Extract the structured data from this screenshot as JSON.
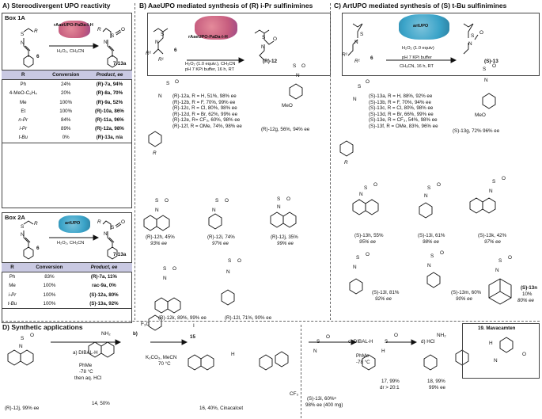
{
  "panelA": {
    "title": "A) Stereodivergent UPO reactivity",
    "box1": {
      "title": "Box 1A",
      "enzyme": "rAaeUPO-PaDa-I-H",
      "conditions": "H₂O₂, CH₃CN",
      "sm_label": "6",
      "sm_subst": "R",
      "prod_label": "7-13a",
      "headers": [
        "R",
        "Conversion",
        "Product, ee"
      ],
      "rows": [
        [
          "Ph",
          "24%",
          "(R)-7a, 94%"
        ],
        [
          "4-MeO-C₆H₄",
          "20%",
          "(R)-8a, 70%"
        ],
        [
          "Me",
          "100%",
          "(R)-9a, 52%"
        ],
        [
          "Et",
          "100%",
          "(R)-10a, 86%"
        ],
        [
          "n-Pr",
          "84%",
          "(R)-11a, 96%"
        ],
        [
          "i-Pr",
          "89%",
          "(R)-12a, 98%"
        ],
        [
          "t-Bu",
          "0%",
          "(R)-13a, n/a"
        ]
      ]
    },
    "box2": {
      "title": "Box 2A",
      "enzyme": "artUPO",
      "conditions": "H₂O₂, CH₃CN",
      "sm_label": "6",
      "sm_subst": "R",
      "prod_label": "7-13a",
      "headers": [
        "R",
        "Conversion",
        "Product, ee"
      ],
      "rows": [
        [
          "Ph",
          "83%",
          "(R)-7a, 11%"
        ],
        [
          "Me",
          "100%",
          "rac-9a, 0%"
        ],
        [
          "i-Pr",
          "100%",
          "(S)-12a, 80%"
        ],
        [
          "t-Bu",
          "100%",
          "(S)-13a, 92%"
        ]
      ]
    }
  },
  "panelB": {
    "title": "B) AaeUPO mediated synthesis of (R) i-Pr sulfinimines",
    "enzyme": "rAaeUPO-PaDa-I-H",
    "conditions": [
      "H₂O₂ (1.0 equiv.), CH₃CN",
      "pH 7 KPi buffer, 16 h, RT"
    ],
    "sm_label": "6",
    "prod_label": "(R)-12",
    "r1": "R¹",
    "r2": "R²",
    "r": "R",
    "series": [
      "(R)-12a, R = H, 51%, 98% ee",
      "(R)-12b, R = F, 70%, 99% ee",
      "(R)-12c, R = Cl, 80%, 98% ee",
      "(R)-12d, R = Br, 62%, 99% ee",
      "(R)-12e, R= CF₃, 60%, 98% ee",
      "(R)-12f, R = OMe, 74%, 98% ee"
    ],
    "meo": "MeO",
    "cmpd_g": "(R)-12g, 56%, 94% ee",
    "cmpd_h": [
      "(R)-12h, 45%",
      "93% ee"
    ],
    "cmpd_i": [
      "(R)-12i, 74%",
      "97% ee"
    ],
    "cmpd_j": [
      "(R)-12j, 35%",
      "99% ee"
    ],
    "cmpd_k": [
      "(R)-12k, 89%, 99% ee"
    ],
    "cmpd_l": [
      "(R)-12l, 71%, 90% ee"
    ]
  },
  "panelC": {
    "title": "C) ArtUPO mediated synthesis of (S) t-Bu sulfinimines",
    "enzyme": "artUPO",
    "conditions": [
      "H₂O₂ (1.0 equiv)",
      "pH 7 KPi buffer",
      "CH₃CN, 16 h, RT"
    ],
    "sm_label": "6",
    "prod_label": "(S)-13",
    "r1": "R¹",
    "r2": "R²",
    "r": "R",
    "series": [
      "(S)-13a, R = H, 88%, 92% ee",
      "(S)-13b, R = F, 70%, 94% ee",
      "(S)-13c, R = Cl, 80%, 98% ee",
      "(S)-13d, R = Br, 66%, 99% ee",
      "(S)-13e, R = CF₃, 54%, 98% ee",
      "(S)-13f, R = OMe, 83%, 96% ee"
    ],
    "meo": "MeO",
    "cmpd_g": "(S)-13g, 72% 96% ee",
    "cmpd_h": [
      "(S)-13h, 55%",
      "95% ee"
    ],
    "cmpd_i": [
      "(S)-13i, 61%",
      "98% ee"
    ],
    "cmpd_k": [
      "(S)-13k, 42%",
      "97% ee"
    ],
    "cmpd_l": [
      "(S)-13l, 81%",
      "92% ee"
    ],
    "cmpd_m": [
      "(S)-13m, 60%",
      "90% ee"
    ],
    "cmpd_n": [
      "(S)-13n",
      "10%",
      "80% ee"
    ]
  },
  "panelD": {
    "title": "D) Synthetic applications",
    "sm": "(R)-12j, 99% ee",
    "step_a": [
      "a) DIBAL-H",
      "PhMe",
      "-78 °C",
      "then aq. HCl"
    ],
    "nh2": "NH₂",
    "p14": "14, 50%",
    "step_b_label": "b)",
    "cf3": "F₃C",
    "iodide": "I",
    "r15": "15",
    "step_b_cond": [
      "K₂CO₃, MeCN",
      "70 °C"
    ],
    "nh": "H",
    "cf3b": "CF₃",
    "p16": "16, 40%, Cinacalcet",
    "sm2": [
      "(S)-13i, 60%ᵃ",
      "98% ee (400 mg)"
    ],
    "step_c": [
      "c) DIBAL-H",
      "PhMe",
      "-78 °C"
    ],
    "p17": [
      "17, 99%",
      "dr > 20:1"
    ],
    "step_d": "d) HCl",
    "nh2b": "NH₂",
    "p18": [
      "18, 99%",
      "99% ee"
    ],
    "p19": "19. Mavacamten",
    "atoms": {
      "s": "S",
      "o": "O",
      "n": "N",
      "h": "H"
    }
  },
  "colors": {
    "table_header": "#c9c9e2",
    "protein_blue": "#3aa3c8",
    "protein_pink": "#e48a9a"
  }
}
